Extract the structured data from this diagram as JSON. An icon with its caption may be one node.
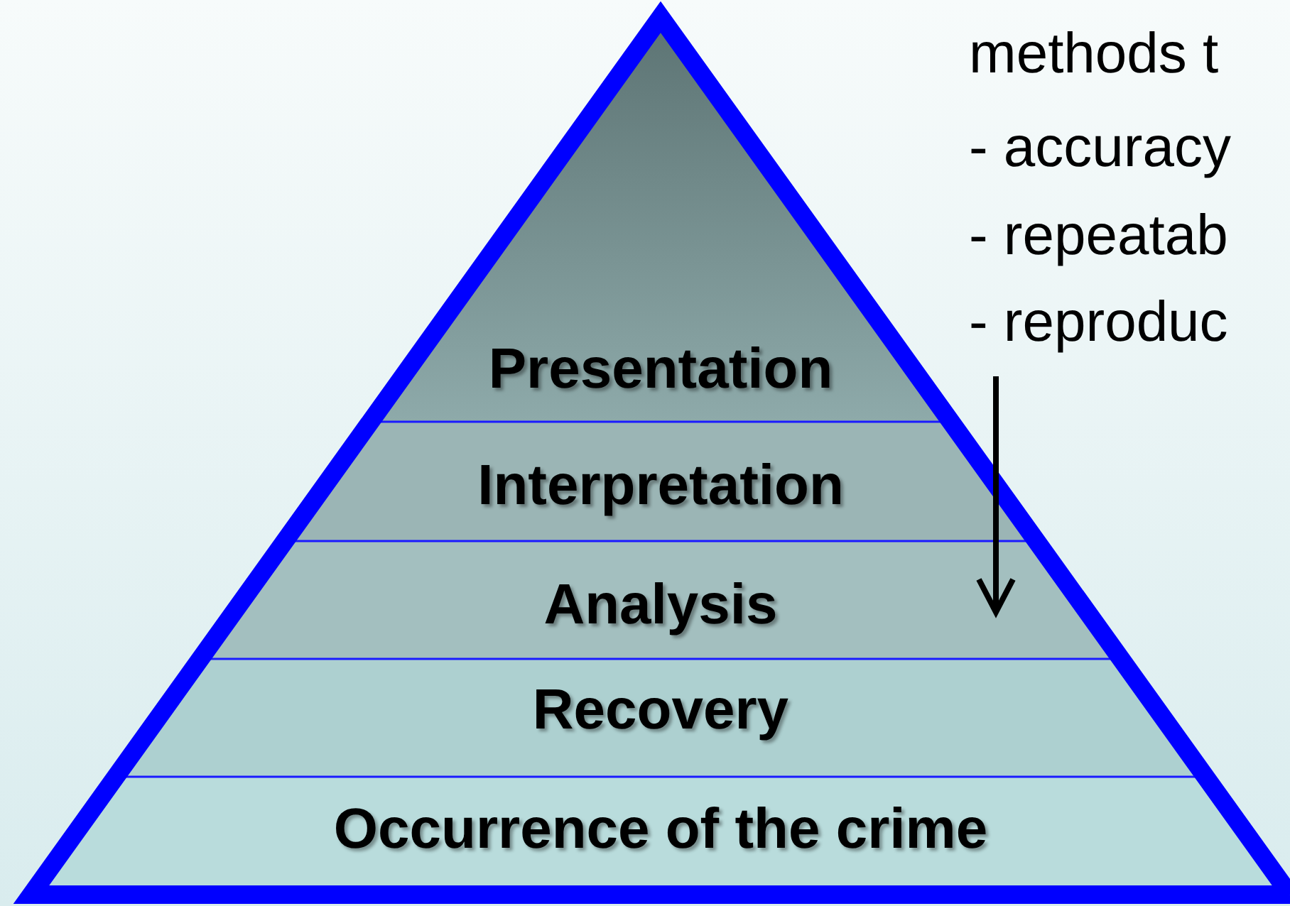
{
  "diagram": {
    "nodes": [
      {
        "text": [
          "Presentation"
        ]
      },
      {
        "text": [
          "Interpretation"
        ]
      },
      {
        "text": [
          "Analysis"
        ]
      },
      {
        "text": [
          "Recovery"
        ]
      },
      {
        "text": [
          "Occurrence of the crime"
        ]
      }
    ],
    "labels": [
      "methods t",
      "- accuracy",
      "- repeatab",
      "- reproduc"
    ]
  }
}
